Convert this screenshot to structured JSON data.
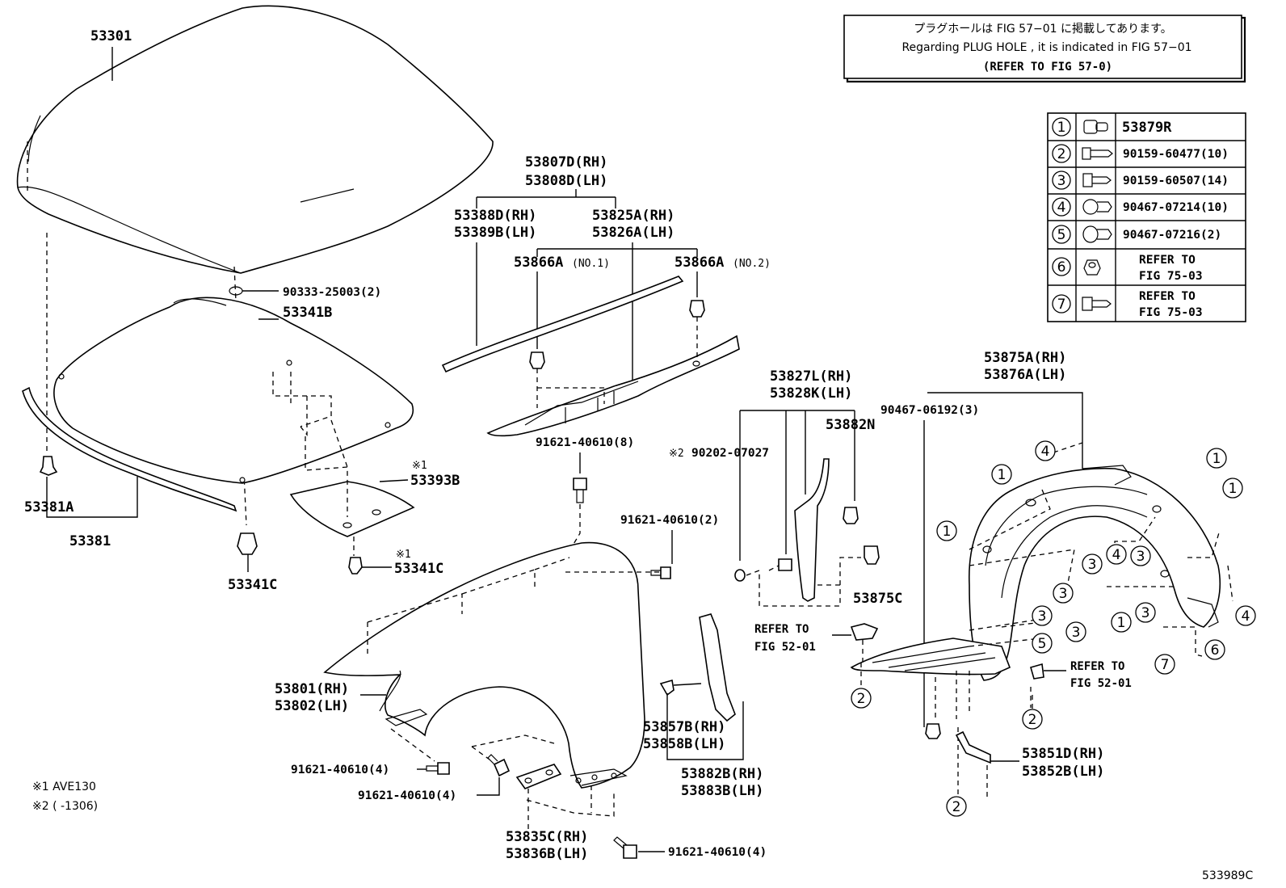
{
  "diagram_code": "533989C",
  "notice": {
    "line_jp": "プラグホールは FIG 57−01 に掲載してあります。",
    "line_en": "Regarding PLUG HOLE , it is indicated in FIG 57−01",
    "line_ref": "(REFER TO FIG 57-0)"
  },
  "legend": [
    {
      "no": "1",
      "part": "53879R",
      "icon": "clip-icon"
    },
    {
      "no": "2",
      "part": "90159-60477(10)",
      "icon": "screw-icon"
    },
    {
      "no": "3",
      "part": "90159-60507(14)",
      "icon": "screw-icon"
    },
    {
      "no": "4",
      "part": "90467-07214(10)",
      "icon": "push-clip-icon"
    },
    {
      "no": "5",
      "part": "90467-07216(2)",
      "icon": "push-clip-icon"
    },
    {
      "no": "6",
      "part_l1": "REFER TO",
      "part_l2": "FIG 75-03",
      "icon": "grommet-icon"
    },
    {
      "no": "7",
      "part_l1": "REFER TO",
      "part_l2": "FIG 75-03",
      "icon": "screw-icon"
    }
  ],
  "labels": {
    "p53301": "53301",
    "p90333": "90333-25003(2)",
    "p53341B": "53341B",
    "p53381A": "53381A",
    "p53381": "53381",
    "p53341C_a": "53341C",
    "mark1_a": "※1",
    "p53393B": "53393B",
    "mark1_b": "※1",
    "p53341C_b": "53341C",
    "p53807D": "53807D(RH)",
    "p53808D": "53808D(LH)",
    "p53388D": "53388D(RH)",
    "p53389B": "53389B(LH)",
    "p53825A": "53825A(RH)",
    "p53826A": "53826A(LH)",
    "p53866A1": "53866A",
    "p53866A1_sub": "(NO.1)",
    "p53866A2": "53866A",
    "p53866A2_sub": "(NO.2)",
    "p91621_8": "91621-40610(8)",
    "p91621_2": "91621-40610(2)",
    "p53801": "53801(RH)",
    "p53802": "53802(LH)",
    "p91621_4a": "91621-40610(4)",
    "p91621_4b": "91621-40610(4)",
    "p53835C": "53835C(RH)",
    "p53836B": "53836B(LH)",
    "p91621_4c": "91621-40610(4)",
    "p53827L": "53827L(RH)",
    "p53828K": "53828K(LH)",
    "p53882N": "53882N",
    "mark2": "※2",
    "p90202": "90202-07027",
    "p53875C": "53875C",
    "refer_a1": "REFER TO",
    "refer_a2": "FIG 52-01",
    "p53857B": "53857B(RH)",
    "p53858B": "53858B(LH)",
    "p53882B": "53882B(RH)",
    "p53883B": "53883B(LH)",
    "p53875A": "53875A(RH)",
    "p53876A": "53876A(LH)",
    "p90467": "90467-06192(3)",
    "refer_b1": "REFER TO",
    "refer_b2": "FIG 52-01",
    "p53851D": "53851D(RH)",
    "p53852B": "53852B(LH)",
    "foot1": "※1 AVE130",
    "foot2": "※2 (      -1306)"
  },
  "callouts": [
    "1",
    "1",
    "1",
    "1",
    "3",
    "4",
    "3",
    "3",
    "3",
    "3",
    "1",
    "3",
    "5",
    "4",
    "6",
    "7",
    "2",
    "2",
    "2",
    "4"
  ]
}
